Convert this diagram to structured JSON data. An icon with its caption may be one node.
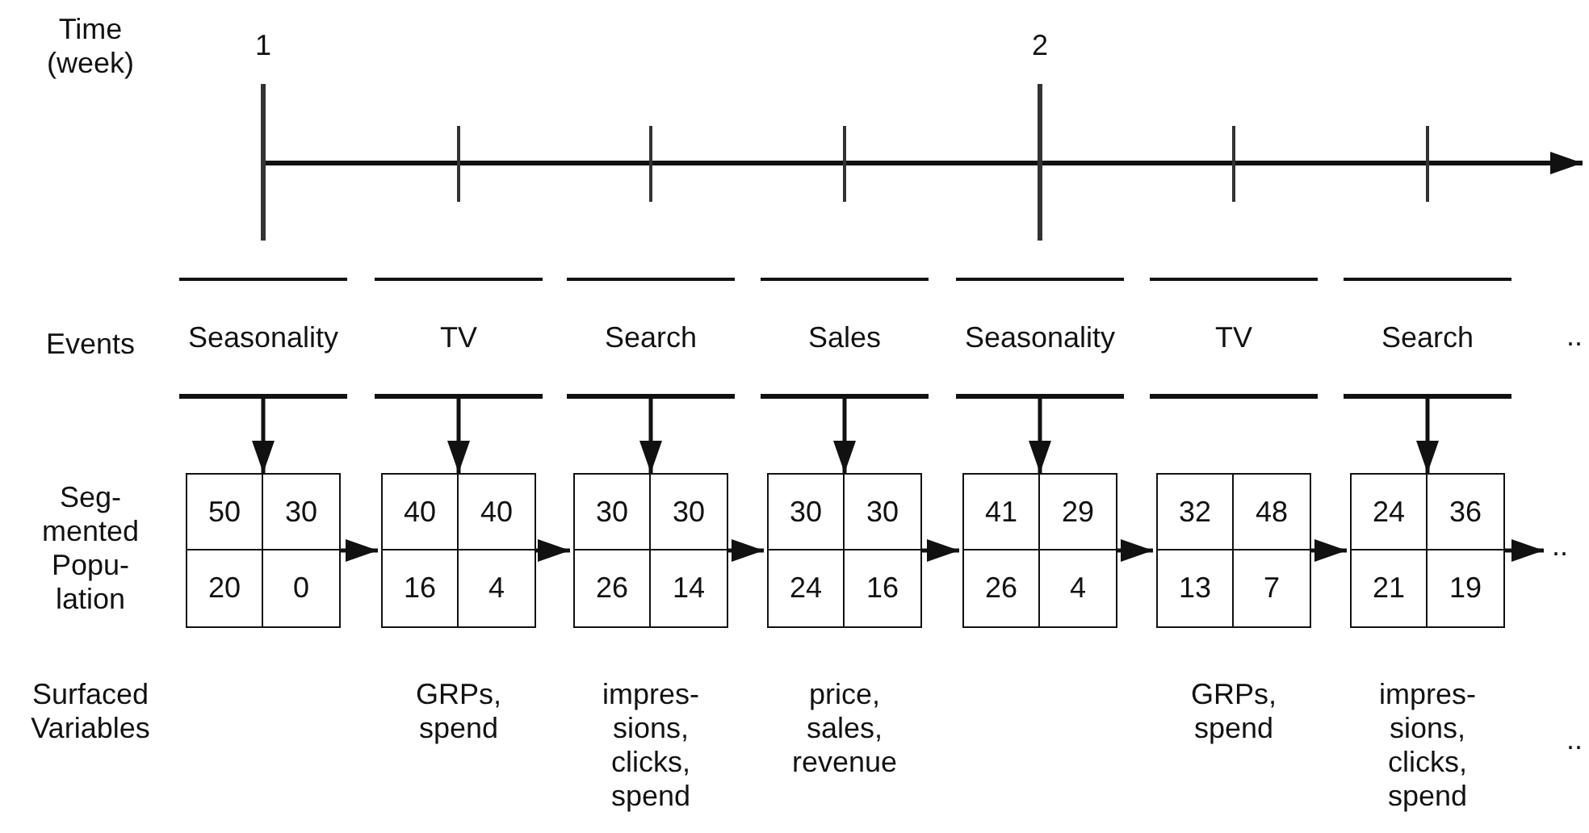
{
  "diagram": {
    "nodes": [
      {
        "text": [
          "Seasonality"
        ]
      },
      {
        "text": [
          "TV"
        ]
      },
      {
        "text": [
          "Search"
        ]
      },
      {
        "text": [
          "Sales"
        ]
      },
      {
        "text": [
          "Seasonality"
        ]
      },
      {
        "text": [
          "TV"
        ]
      },
      {
        "text": [
          "Search"
        ]
      },
      {
        "text": [
          "50",
          "30",
          "20",
          "0"
        ]
      },
      {
        "text": [
          "40",
          "40",
          "16",
          "4"
        ],
        "beside": [
          "GRPs, spend"
        ]
      },
      {
        "text": [
          "30",
          "30",
          "26",
          "14"
        ],
        "beside": [
          "impres- sions, clicks, spend"
        ]
      },
      {
        "text": [
          "30",
          "30",
          "24",
          "16"
        ],
        "beside": [
          "price, sales, revenue"
        ]
      },
      {
        "text": [
          "41",
          "29",
          "26",
          "4"
        ]
      },
      {
        "text": [
          "32",
          "48",
          "13",
          "7"
        ],
        "beside": [
          "GRPs, spend"
        ]
      },
      {
        "text": [
          "24",
          "36",
          "21",
          "19"
        ],
        "beside": [
          "impres- sions, clicks, spend"
        ]
      },
      {
        "text": [
          ".."
        ]
      }
    ],
    "edges": [
      {
        "from": 0,
        "to": 7,
        "arrow": "to"
      },
      {
        "from": 1,
        "to": 8,
        "arrow": "to"
      },
      {
        "from": 2,
        "to": 9,
        "arrow": "to"
      },
      {
        "from": 3,
        "to": 10,
        "arrow": "to"
      },
      {
        "from": 4,
        "to": 11,
        "arrow": "to"
      },
      {
        "from": 6,
        "to": 13,
        "arrow": "to"
      },
      {
        "from": 7,
        "to": 8,
        "arrow": "to"
      },
      {
        "from": 8,
        "to": 9,
        "arrow": "to"
      },
      {
        "from": 9,
        "to": 10,
        "arrow": "to"
      },
      {
        "from": 10,
        "to": 11,
        "arrow": "to"
      },
      {
        "from": 11,
        "to": 12,
        "arrow": "to"
      },
      {
        "from": 12,
        "to": 13,
        "arrow": "to"
      },
      {
        "from": 13,
        "to": 14,
        "arrow": "to"
      }
    ],
    "labels": [
      "Time (week)",
      "1",
      "2",
      "Events",
      "..",
      "Seg- mented Popu- lation",
      "Surfaced Variables",
      ".."
    ]
  }
}
